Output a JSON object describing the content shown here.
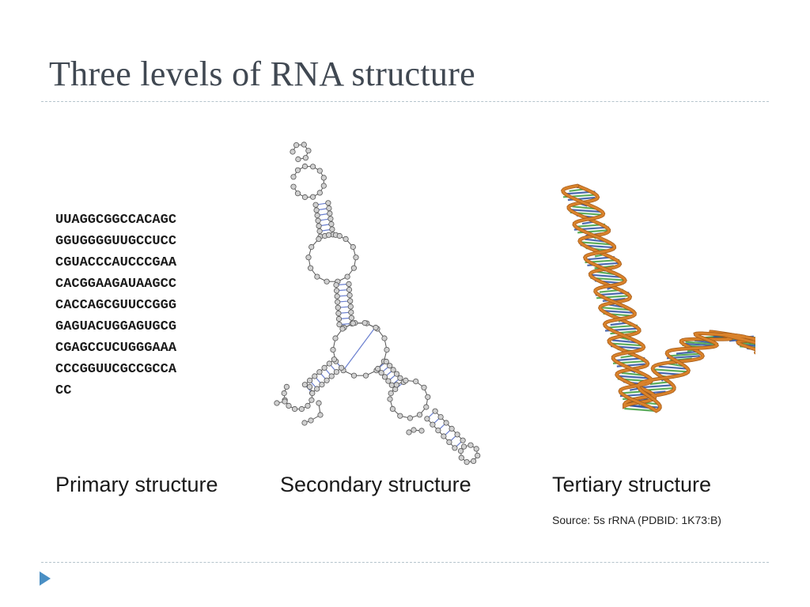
{
  "title": "Three levels of RNA structure",
  "primary": {
    "label": "Primary structure",
    "sequence_lines": [
      "UUAGGCGGCCACAGC",
      "GGUGGGGUUGCCUCC",
      "CGUACCCAUCCCGAA",
      "CACGGAAGAUAAGCC",
      "CACCAGCGUUCCGGG",
      "GAGUACUGGAGUGCG",
      "CGAGCCUCUGGGAAA",
      "CCCGGUUCGCCGCCA",
      "CC"
    ]
  },
  "secondary": {
    "label": "Secondary structure"
  },
  "tertiary": {
    "label": "Tertiary structure",
    "source": "Source: 5s rRNA (PDBID: 1K73:B)"
  },
  "icons": {
    "bullet": "triangle-bullet-icon"
  },
  "colors": {
    "title": "#404852",
    "rule": "#b5c4cc",
    "bullet": "#4a8fc4",
    "backbone": "#d9822b",
    "bases_green": "#3f9e3f",
    "bases_blue": "#2c4fa0"
  }
}
